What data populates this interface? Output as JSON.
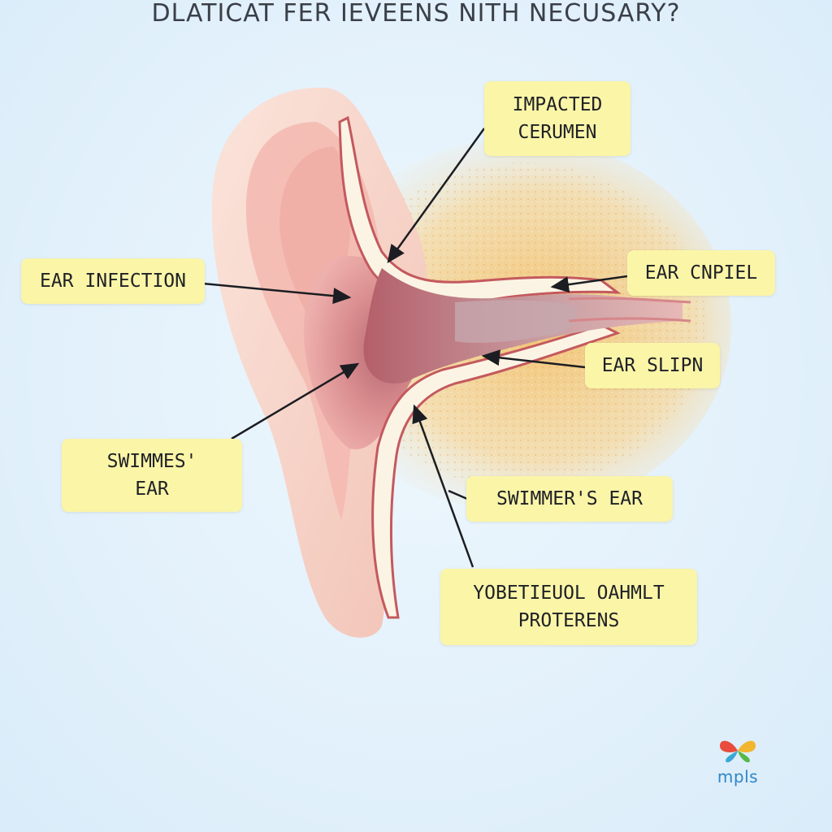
{
  "title": "DLATICAT FER IEVEENS NITH NECUSARY?",
  "labels": {
    "impacted": {
      "line1": "IMPACTED",
      "line2": "CERUMEN"
    },
    "ear_infection": {
      "line1": "EAR INFECTION"
    },
    "ear_cnpiel": {
      "line1": "EAR CNPIEL"
    },
    "ear_slipn": {
      "line1": "EAR SLIPN"
    },
    "swimmes_ear": {
      "line1": "SWIMMES'",
      "line2": "EAR"
    },
    "swimmers_ear": {
      "line1": "SWIMMER'S EAR"
    },
    "proteins": {
      "line1": "YOBETIEUOL OAHMLT",
      "line2": "PROTERENS"
    }
  },
  "logo": {
    "text": "mpls"
  },
  "colors": {
    "label_bg": "#fbf5a8",
    "background": "#e3f1fb",
    "skin": "#f6cfc4",
    "canal": "#e8a6a0",
    "tissue": "#f4c87a"
  }
}
